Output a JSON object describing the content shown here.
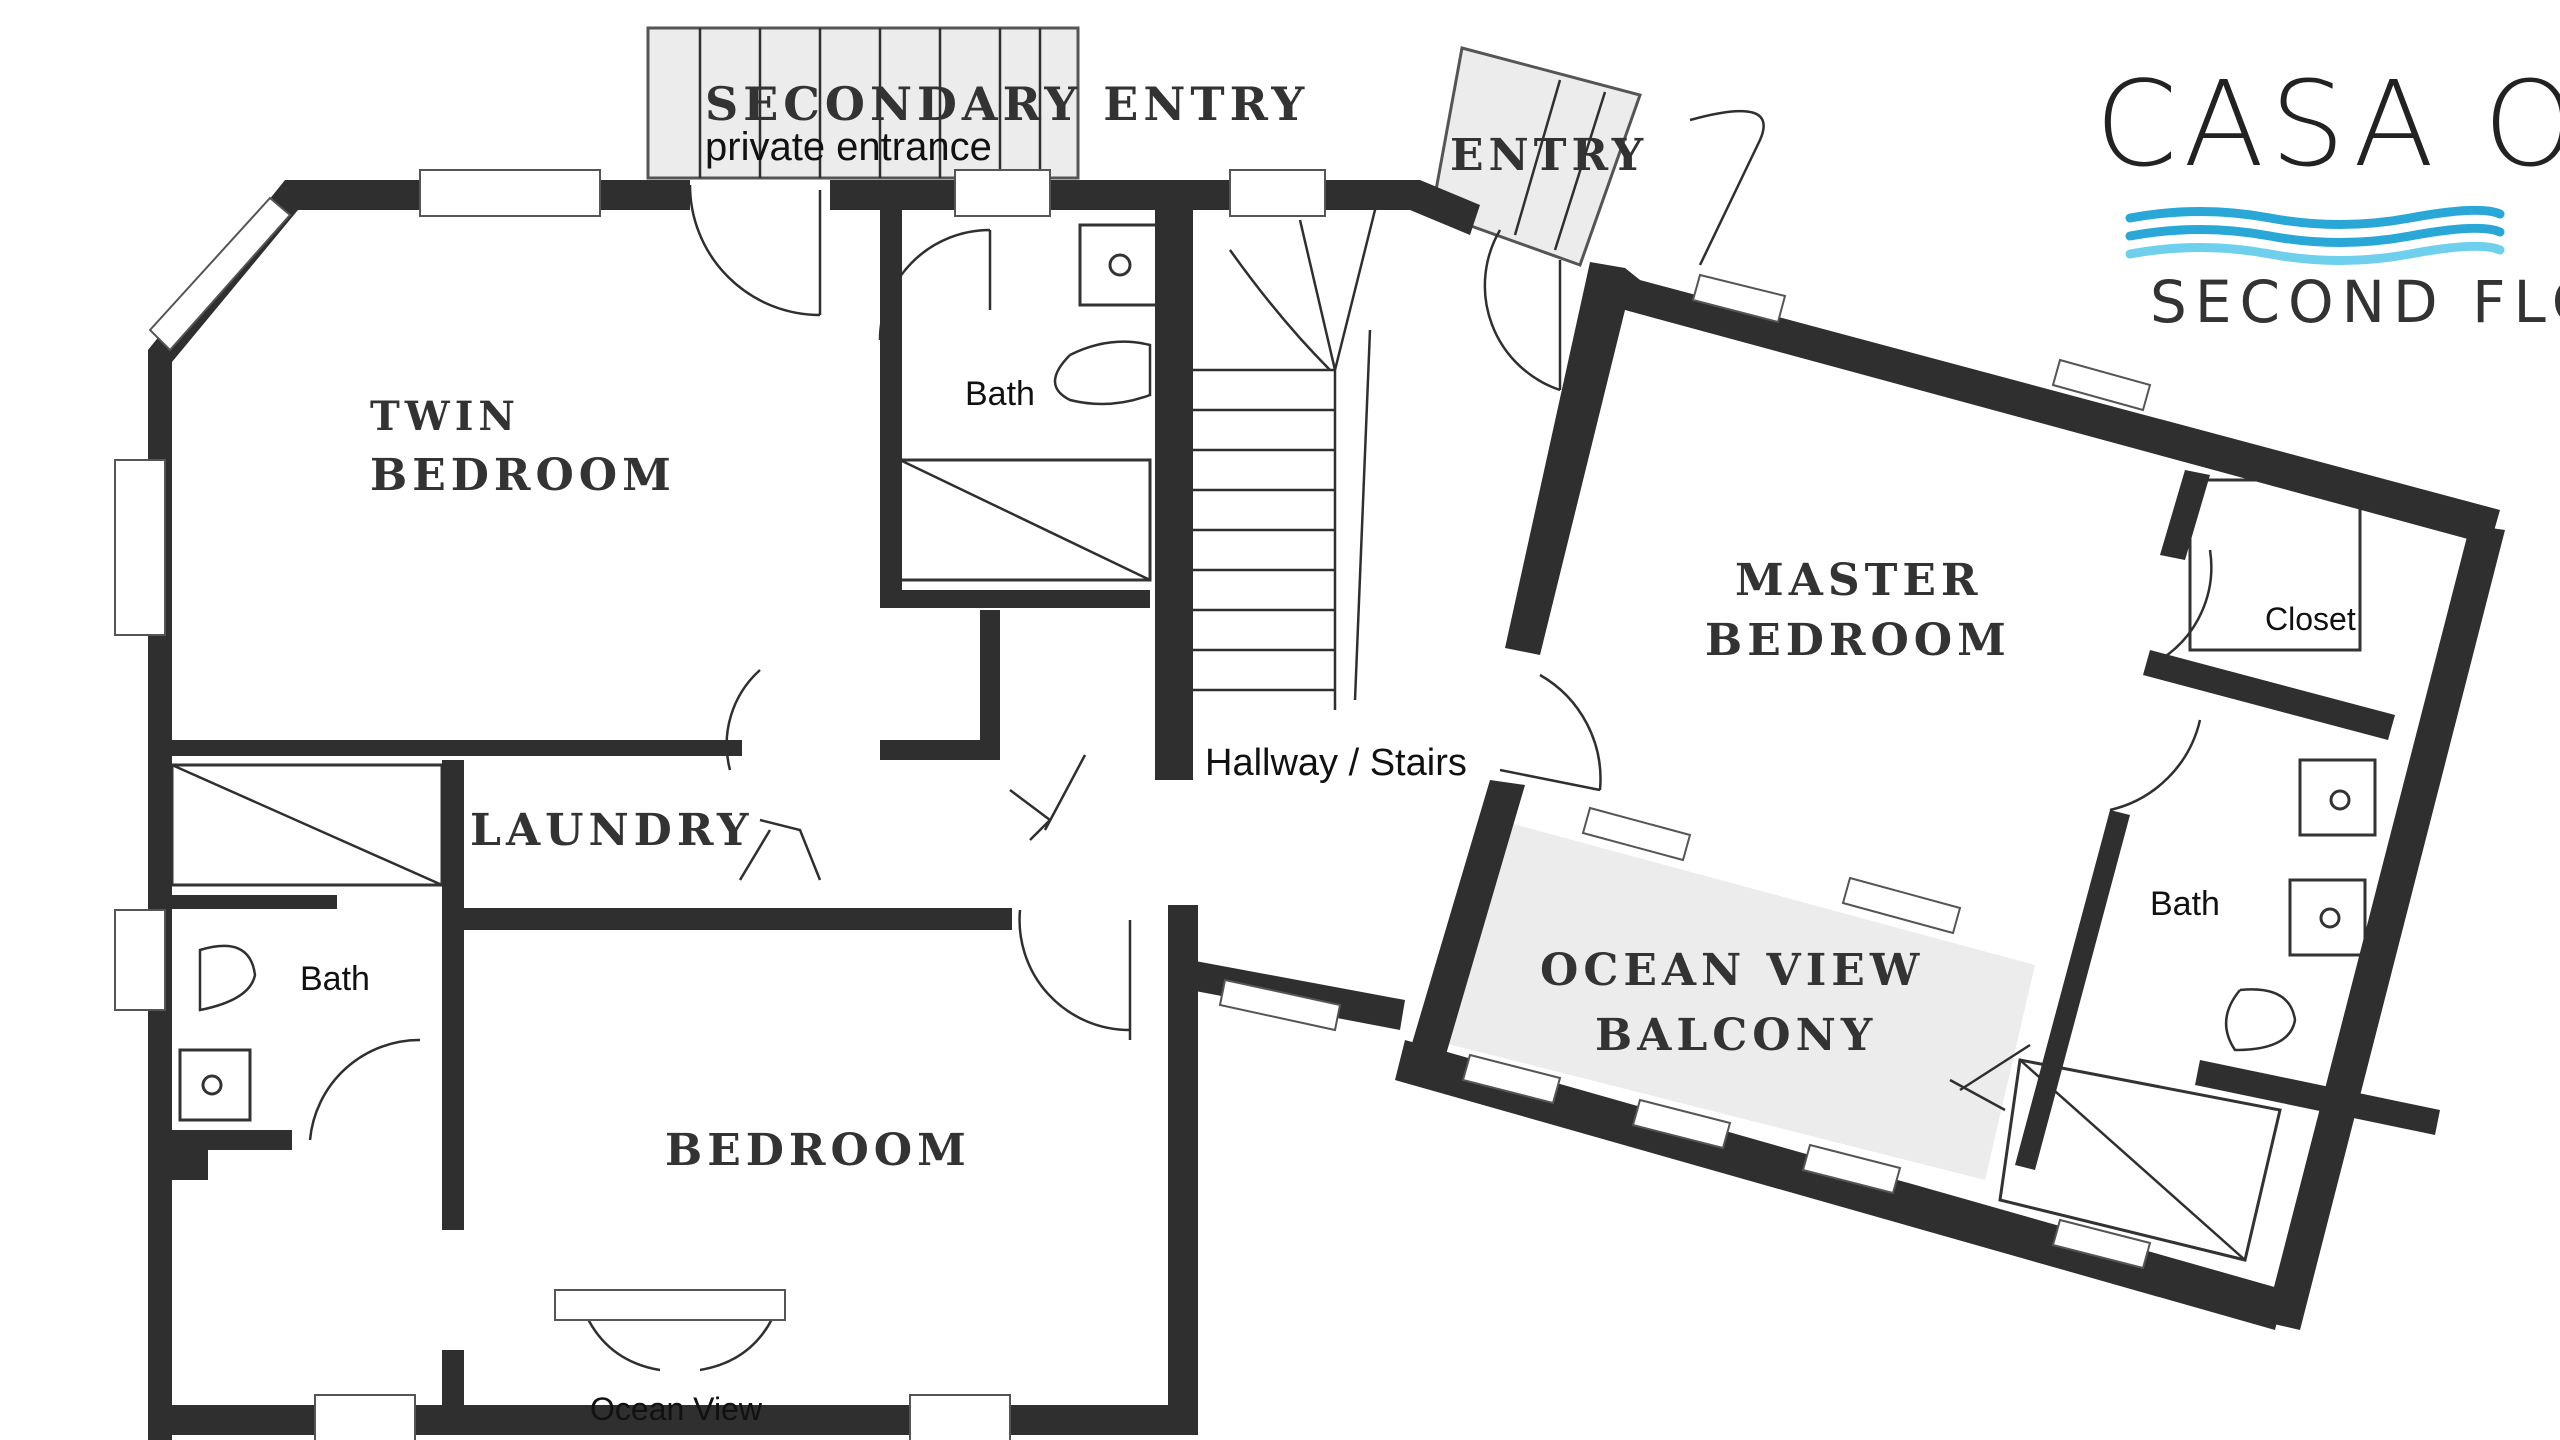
{
  "title": "CASA OLAS",
  "subtitle": "SECOND FLOOR",
  "colors": {
    "wall": "#2f2f2f",
    "wave_dark": "#29a8d8",
    "wave_light": "#6fd0ee",
    "balcony": "#ececec"
  },
  "rooms": {
    "secondary_entry": "SECONDARY ENTRY",
    "secondary_entry_note": "private entrance",
    "entry": "ENTRY",
    "twin_bedroom_line1": "TWIN",
    "twin_bedroom_line2": "BEDROOM",
    "bath_top": "Bath",
    "master_bedroom_line1": "MASTER",
    "master_bedroom_line2": "BEDROOM",
    "closet": "Closet",
    "hallway": "Hallway / Stairs",
    "laundry": "LAUNDRY",
    "bath_master": "Bath",
    "bath_left": "Bath",
    "balcony_line1": "OCEAN VIEW",
    "balcony_line2": "BALCONY",
    "bedroom": "BEDROOM",
    "ocean_view": "Ocean View"
  }
}
